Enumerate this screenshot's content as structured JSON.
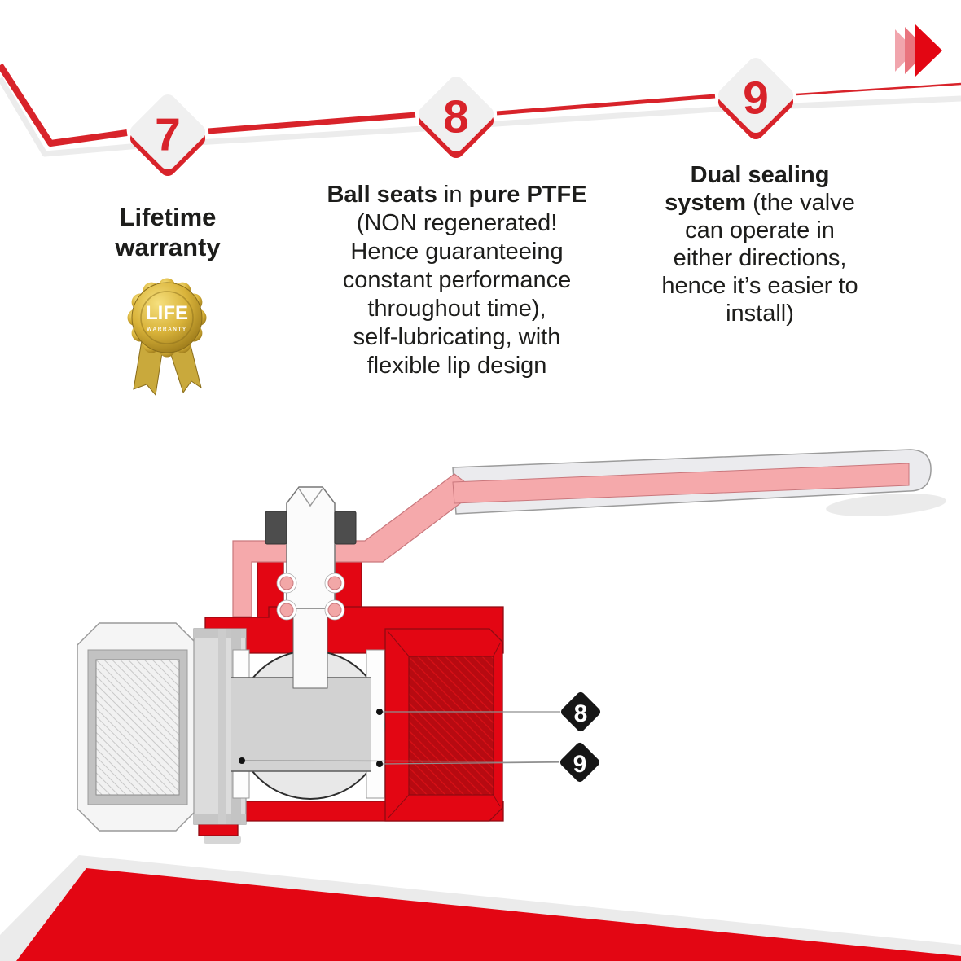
{
  "colors": {
    "brand_red": "#e30613",
    "line_red": "#d8232a",
    "dark_red_insert": "#b70a11",
    "pink": "#f5a9ab",
    "light_gray_line": "#ececec",
    "dark_text": "#1d1d1b",
    "gold": "#d4af37",
    "marker_black": "#161616",
    "steel_gray": "#d2d2d2"
  },
  "timeline": {
    "nodes": [
      {
        "number": "7"
      },
      {
        "number": "8"
      },
      {
        "number": "9"
      }
    ]
  },
  "badge": {
    "line1": "LIFE",
    "line2": "WARRANTY"
  },
  "features": [
    {
      "id": "7",
      "lines": [
        [
          {
            "t": "Lifetime",
            "b": true
          }
        ],
        [
          {
            "t": "warranty",
            "b": true
          }
        ]
      ]
    },
    {
      "id": "8",
      "lines": [
        [
          {
            "t": "Ball seats",
            "b": true
          },
          {
            "t": " in ",
            "b": false
          },
          {
            "t": "pure PTFE",
            "b": true
          }
        ],
        [
          {
            "t": "(NON regenerated!",
            "b": false
          }
        ],
        [
          {
            "t": "Hence guaranteeing",
            "b": false
          }
        ],
        [
          {
            "t": "constant performance",
            "b": false
          }
        ],
        [
          {
            "t": "throughout time),",
            "b": false
          }
        ],
        [
          {
            "t": "self-lubricating, with",
            "b": false
          }
        ],
        [
          {
            "t": "flexible lip design",
            "b": false
          }
        ]
      ]
    },
    {
      "id": "9",
      "lines": [
        [
          {
            "t": "Dual sealing",
            "b": true
          }
        ],
        [
          {
            "t": "system",
            "b": true
          },
          {
            "t": " (the valve",
            "b": false
          }
        ],
        [
          {
            "t": "can operate in",
            "b": false
          }
        ],
        [
          {
            "t": "either directions,",
            "b": false
          }
        ],
        [
          {
            "t": "hence it’s easier to",
            "b": false
          }
        ],
        [
          {
            "t": "install)",
            "b": false
          }
        ]
      ]
    }
  ],
  "diagram": {
    "markers": [
      {
        "label": "8"
      },
      {
        "label": "9"
      }
    ]
  }
}
